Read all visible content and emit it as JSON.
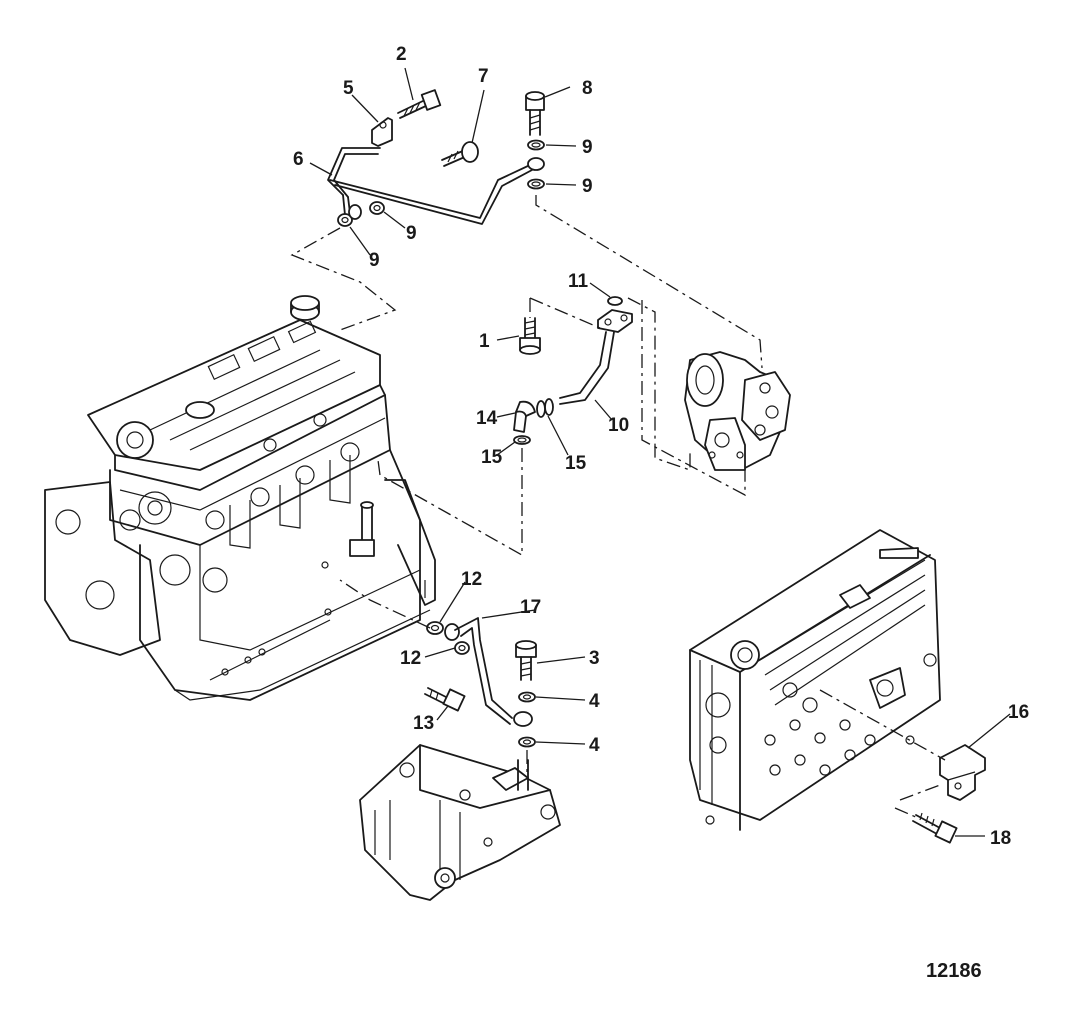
{
  "figure_number": "12186",
  "callouts": [
    {
      "id": "c1",
      "label": "1"
    },
    {
      "id": "c2",
      "label": "2"
    },
    {
      "id": "c3",
      "label": "3"
    },
    {
      "id": "c4a",
      "label": "4"
    },
    {
      "id": "c4b",
      "label": "4"
    },
    {
      "id": "c5",
      "label": "5"
    },
    {
      "id": "c6",
      "label": "6"
    },
    {
      "id": "c7",
      "label": "7"
    },
    {
      "id": "c8",
      "label": "8"
    },
    {
      "id": "c9a",
      "label": "9"
    },
    {
      "id": "c9b",
      "label": "9"
    },
    {
      "id": "c9c",
      "label": "9"
    },
    {
      "id": "c9d",
      "label": "9"
    },
    {
      "id": "c10",
      "label": "10"
    },
    {
      "id": "c11",
      "label": "11"
    },
    {
      "id": "c12a",
      "label": "12"
    },
    {
      "id": "c12b",
      "label": "12"
    },
    {
      "id": "c13",
      "label": "13"
    },
    {
      "id": "c14",
      "label": "14"
    },
    {
      "id": "c15a",
      "label": "15"
    },
    {
      "id": "c15b",
      "label": "15"
    },
    {
      "id": "c16",
      "label": "16"
    },
    {
      "id": "c17",
      "label": "17"
    },
    {
      "id": "c18",
      "label": "18"
    }
  ]
}
